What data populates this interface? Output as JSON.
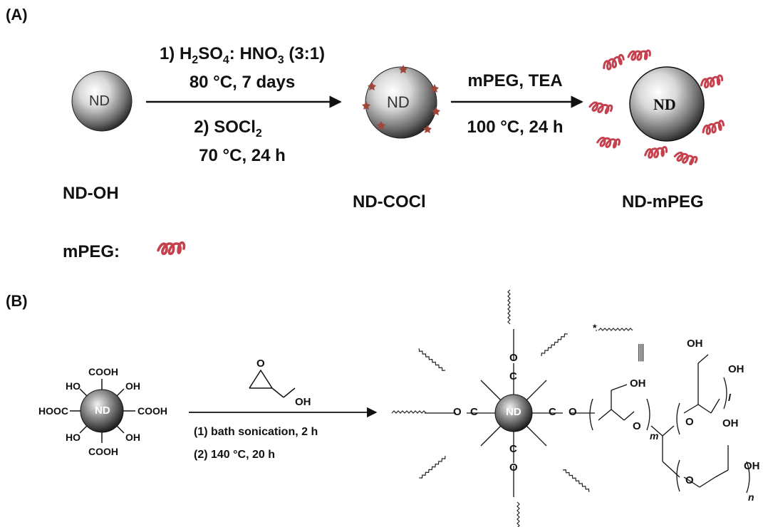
{
  "panel_a": {
    "label": "(A)",
    "step1": {
      "line1_pre": "1) H",
      "line1_sub1": "2",
      "line1_mid1": "SO",
      "line1_sub2": "4",
      "line1_mid2": ": HNO",
      "line1_sub3": "3",
      "line1_post": " (3:1)",
      "line2": "80 °C, 7 days",
      "line3_pre": "2) SOCl",
      "line3_sub": "2",
      "line4": "70 °C, 24 h"
    },
    "step2": {
      "line1": "mPEG, TEA",
      "line2": "100 °C, 24 h"
    },
    "particle_label": "ND",
    "names": [
      "ND-OH",
      "ND-COCl",
      "ND-mPEG"
    ],
    "legend_label": "mPEG:",
    "colors": {
      "peg": "#c4424e",
      "star": "#a0453a"
    }
  },
  "panel_b": {
    "label": "(B)",
    "particle_label": "ND",
    "groups": {
      "top": "COOH",
      "bottom": "COOH",
      "left": "HOOC",
      "right": "COOH",
      "ul": "HO",
      "ur": "OH",
      "ll": "HO",
      "lr": "OH"
    },
    "reagent_oh": "OH",
    "reagent_o": "O",
    "conditions": [
      "(1) bath sonication, 2 h",
      "(2) 140 °C, 20 h"
    ],
    "product": {
      "ester_c": "C",
      "ester_o": "O",
      "oh": "OH",
      "sub_m": "m",
      "sub_l": "l",
      "sub_n": "n",
      "star": "*",
      "equiv": "|||"
    }
  }
}
